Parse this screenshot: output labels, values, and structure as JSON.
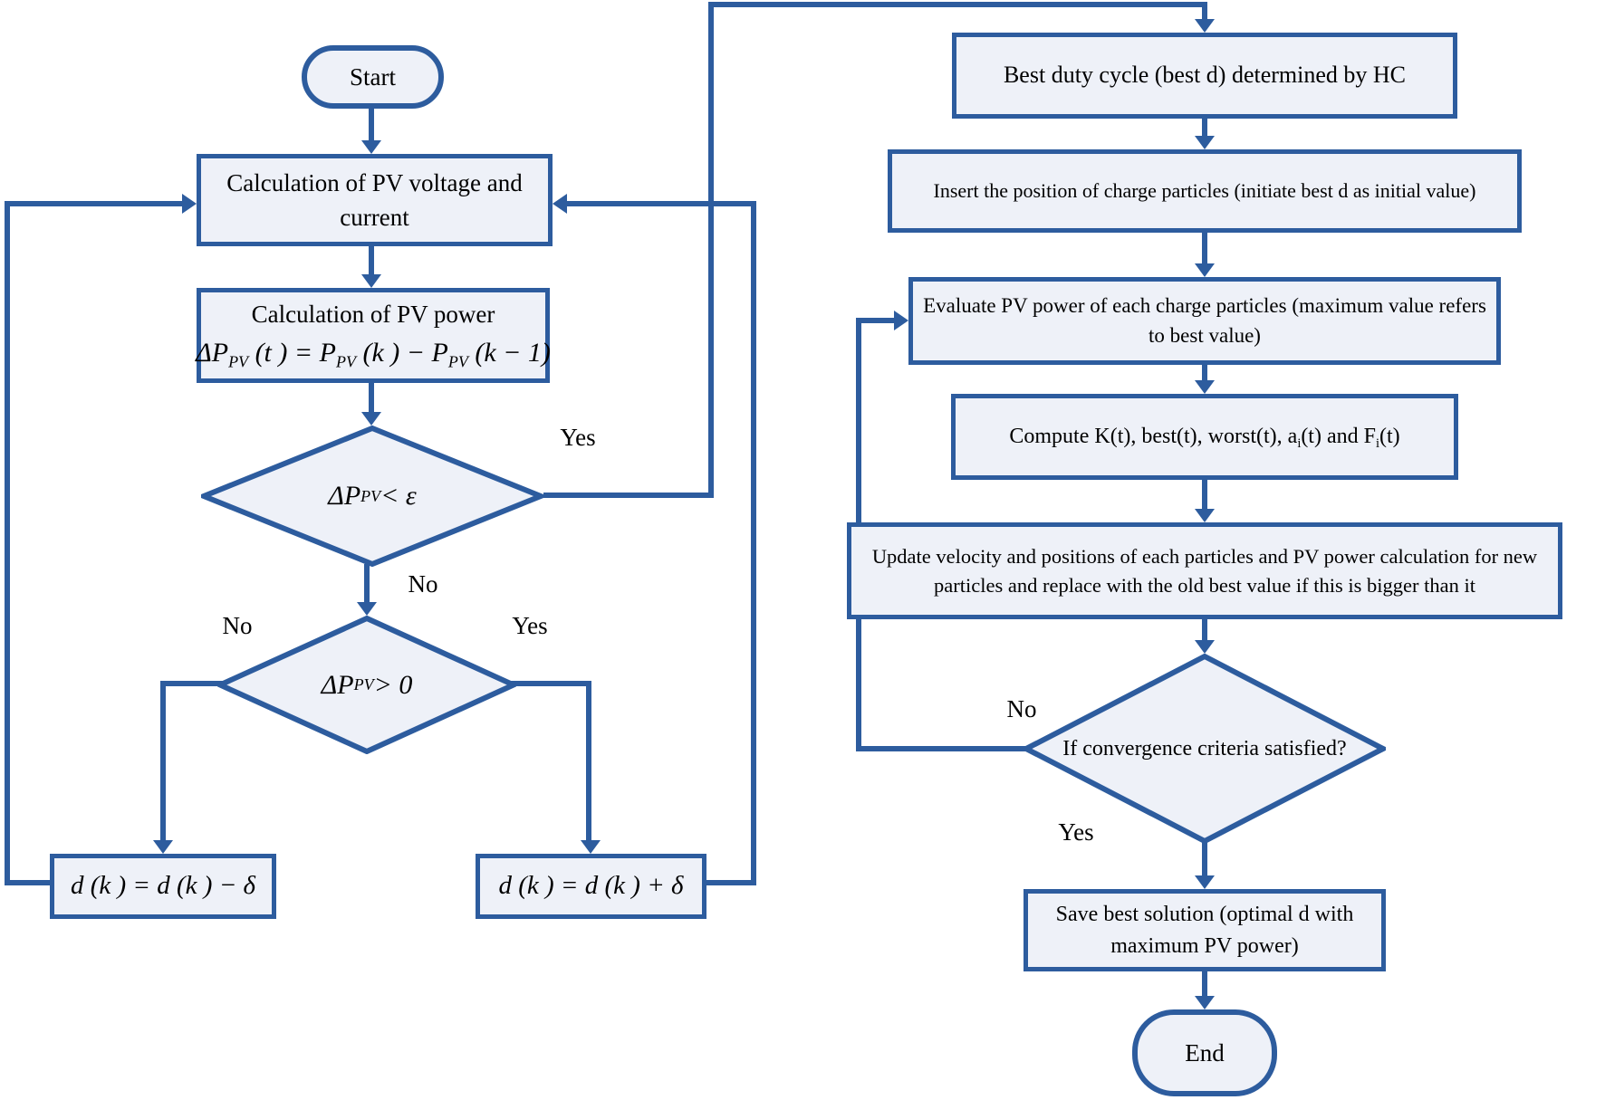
{
  "colors": {
    "line": "#2d5c9e",
    "node_fill": "#eef1f8",
    "background": "#ffffff",
    "text": "#000000"
  },
  "diagram": {
    "start_label": "Start",
    "calc_vi_label": "Calculation of PV voltage and current",
    "calc_power_title": "Calculation of PV power",
    "calc_power_formula": [
      {
        "t": "ΔP",
        "i": 1
      },
      {
        "t": "PV",
        "sub": 1,
        "i": 1
      },
      {
        "t": " (t ) = ",
        "i": 1
      },
      {
        "t": "P",
        "i": 1
      },
      {
        "t": "PV",
        "sub": 1,
        "i": 1
      },
      {
        "t": " (k ) − ",
        "i": 1
      },
      {
        "t": "P",
        "i": 1
      },
      {
        "t": "PV",
        "sub": 1,
        "i": 1
      },
      {
        "t": " (k − 1)",
        "i": 1
      }
    ],
    "d1_formula": [
      {
        "t": "ΔP",
        "i": 1
      },
      {
        "t": "PV",
        "sub": 1,
        "i": 1
      },
      {
        "t": " < ε",
        "i": 1
      }
    ],
    "d1_yes": "Yes",
    "d1_no": "No",
    "d2_formula": [
      {
        "t": "ΔP",
        "i": 1
      },
      {
        "t": "PV",
        "sub": 1,
        "i": 1
      },
      {
        "t": " > 0",
        "i": 1
      }
    ],
    "d2_no": "No",
    "d2_yes": "Yes",
    "dec_formula": [
      {
        "t": "d (k ) = d (k ) − δ",
        "i": 1
      }
    ],
    "inc_formula": [
      {
        "t": "d (k ) = d (k ) + δ",
        "i": 1
      }
    ],
    "hc_label": "Best duty cycle (best d) determined by HC",
    "insert_label": "Insert the position of charge particles (initiate best d as initial value)",
    "evaluate_label": "Evaluate PV power of each charge particles (maximum value refers to best value)",
    "compute_label": [
      {
        "t": "Compute K(t), best(t), worst(t), a"
      },
      {
        "t": "i",
        "sub": 1
      },
      {
        "t": "(t) and F"
      },
      {
        "t": "i",
        "sub": 1
      },
      {
        "t": "(t)"
      }
    ],
    "update_label": "Update velocity and positions of each particles and PV power calculation for new particles and replace with the old best value if this is bigger than it",
    "conv_label": "If convergence criteria satisfied?",
    "conv_no": "No",
    "conv_yes": "Yes",
    "save_label": "Save best solution (optimal d with maximum PV power)",
    "end_label": "End"
  }
}
